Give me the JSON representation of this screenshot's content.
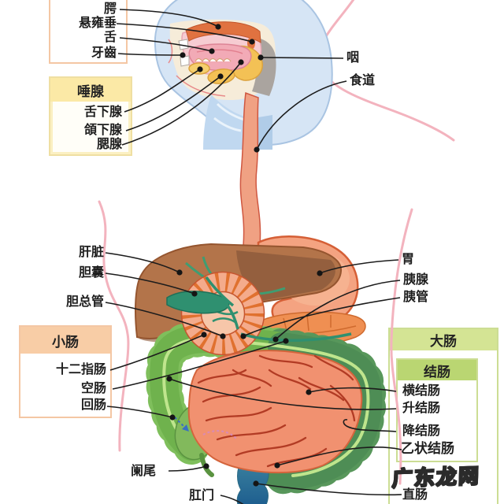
{
  "diagram": {
    "mouth_labels": {
      "palate": "腭",
      "uvula": "悬雍垂",
      "tongue": "舌",
      "teeth": "牙齒"
    },
    "salivary_box": {
      "title": "唾腺",
      "sublingual": "舌下腺",
      "submandibular": "頜下腺",
      "parotid": "腮腺"
    },
    "throat_labels": {
      "pharynx": "咽",
      "esophagus": "食道"
    },
    "upper_abdomen_labels": {
      "liver": "肝脏",
      "gallbladder": "胆囊",
      "common_bile_duct": "胆总管",
      "stomach": "胃",
      "pancreas": "胰腺",
      "pancreatic_duct": "胰管"
    },
    "small_intestine_box": {
      "title": "小肠",
      "duodenum": "十二指肠",
      "jejunum": "空肠",
      "ileum": "回肠"
    },
    "large_intestine_box": {
      "title": "大肠",
      "colon_title": "结肠",
      "transverse": "横结肠",
      "ascending": "升结肠",
      "descending": "降结肠",
      "sigmoid": "乙状结肠"
    },
    "lower_labels": {
      "appendix": "阑尾",
      "anus": "肛门",
      "rectum": "直肠"
    },
    "watermark": "广东龙网",
    "colors": {
      "body_outline": "#f3b3be",
      "peach_border": "#f4c7a4",
      "peach_header": "#f8cda6",
      "cream_box": "#fbf0c2",
      "cream_header": "#fbe9a6",
      "green_border": "#ccdd94",
      "green_header_light": "#d4e494",
      "green_header": "#bad672",
      "head_blue": "#d6e5f5",
      "mouth_pink": "#f6ccd2",
      "palate_orange": "#e07240",
      "gland_yellow": "#f3c155",
      "pharynx_gray": "#aaa49f",
      "esophagus": "#f0a183",
      "liver_brown": "#b3744a",
      "gallbladder_green": "#2f9070",
      "stomach_salmon": "#f4a381",
      "pancreas_orange": "#ef8f52",
      "duodenum_stripe": "#e0712f",
      "small_intestine": "#f19170",
      "intestine_vein": "#b23b24",
      "colon_green": "#6fb24d",
      "colon_dark": "#4e8d55",
      "rectum_blue": "#2a6a90",
      "label_line": "#1c1c1c",
      "label_text": "#1e1e1e"
    }
  }
}
